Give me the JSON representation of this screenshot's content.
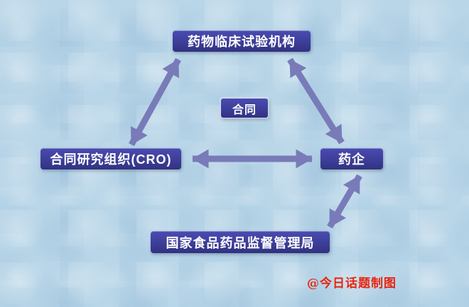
{
  "nodes": {
    "institution": "药物临床试验机构",
    "contract": "合同",
    "cro": "合同研究组织(CRO)",
    "pharma": "药企",
    "regulator": "国家食品药品监督管理局"
  },
  "credit": "@今日话题制图",
  "colors": {
    "background": "#b9d6e8",
    "node_bg": "#3d3e99",
    "node_bg_light": "#4a4bb0",
    "node_text": "#ffffff",
    "arrow": "#797bb8",
    "credit": "#e8250f"
  }
}
